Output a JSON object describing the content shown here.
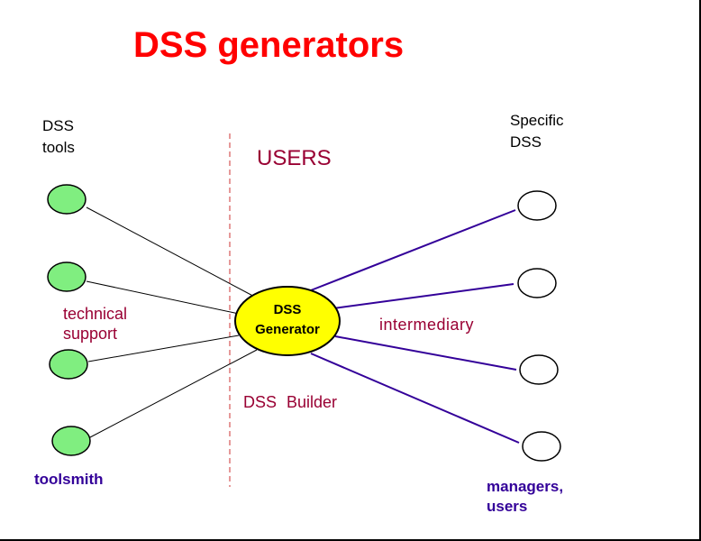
{
  "title": "DSS generators",
  "left_header": [
    "DSS",
    "tools"
  ],
  "right_header": [
    "Specific",
    "DSS"
  ],
  "users_label": "USERS",
  "technical_support": [
    "technical",
    "support"
  ],
  "intermediary": "intermediary",
  "dss_builder": "DSS Builder",
  "toolsmith": "toolsmith",
  "managers_users": [
    "managers,",
    "users"
  ],
  "generator_label": [
    "DSS",
    "Generator"
  ],
  "colors": {
    "title": "#ff0000",
    "role_text": "#990033",
    "endpoint_text": "#330099",
    "tool_node_fill": "#80ee80",
    "generator_fill": "#ffff00",
    "divider": "#cc3333",
    "right_links": "#330099"
  }
}
